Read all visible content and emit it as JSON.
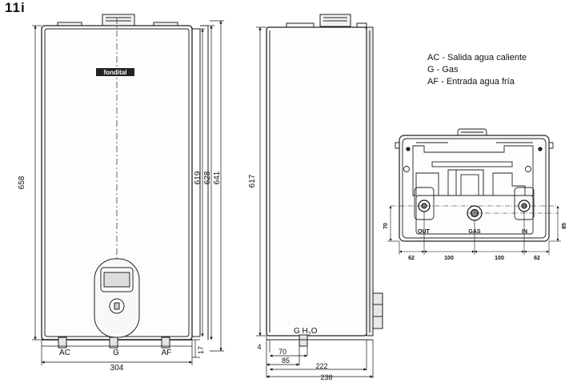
{
  "figure_number": "11i",
  "legend": [
    "AC - Salida agua caliente",
    "G - Gas",
    "AF - Entrada agua fría"
  ],
  "brand_logo_text": "fondital",
  "front_view": {
    "height_total": "658",
    "height_619": "619",
    "height_628": "628",
    "height_641": "641",
    "width_total": "304",
    "bottom_offset": "17",
    "connection_labels": [
      "AC",
      "G",
      "AF"
    ]
  },
  "side_view": {
    "height": "617",
    "connection_label": "G H",
    "connection_subscript": "2",
    "connection_suffix": "O",
    "dim_4": "4",
    "dim_70": "70",
    "dim_85": "85",
    "dim_222": "222",
    "dim_238": "238"
  },
  "rear_view": {
    "out_label": "OUT",
    "gas_label": "GAS",
    "in_label": "IN",
    "dim_left_70": "70",
    "dim_right_85": "85",
    "bottom_dims": [
      "62",
      "100",
      "100",
      "62"
    ]
  }
}
